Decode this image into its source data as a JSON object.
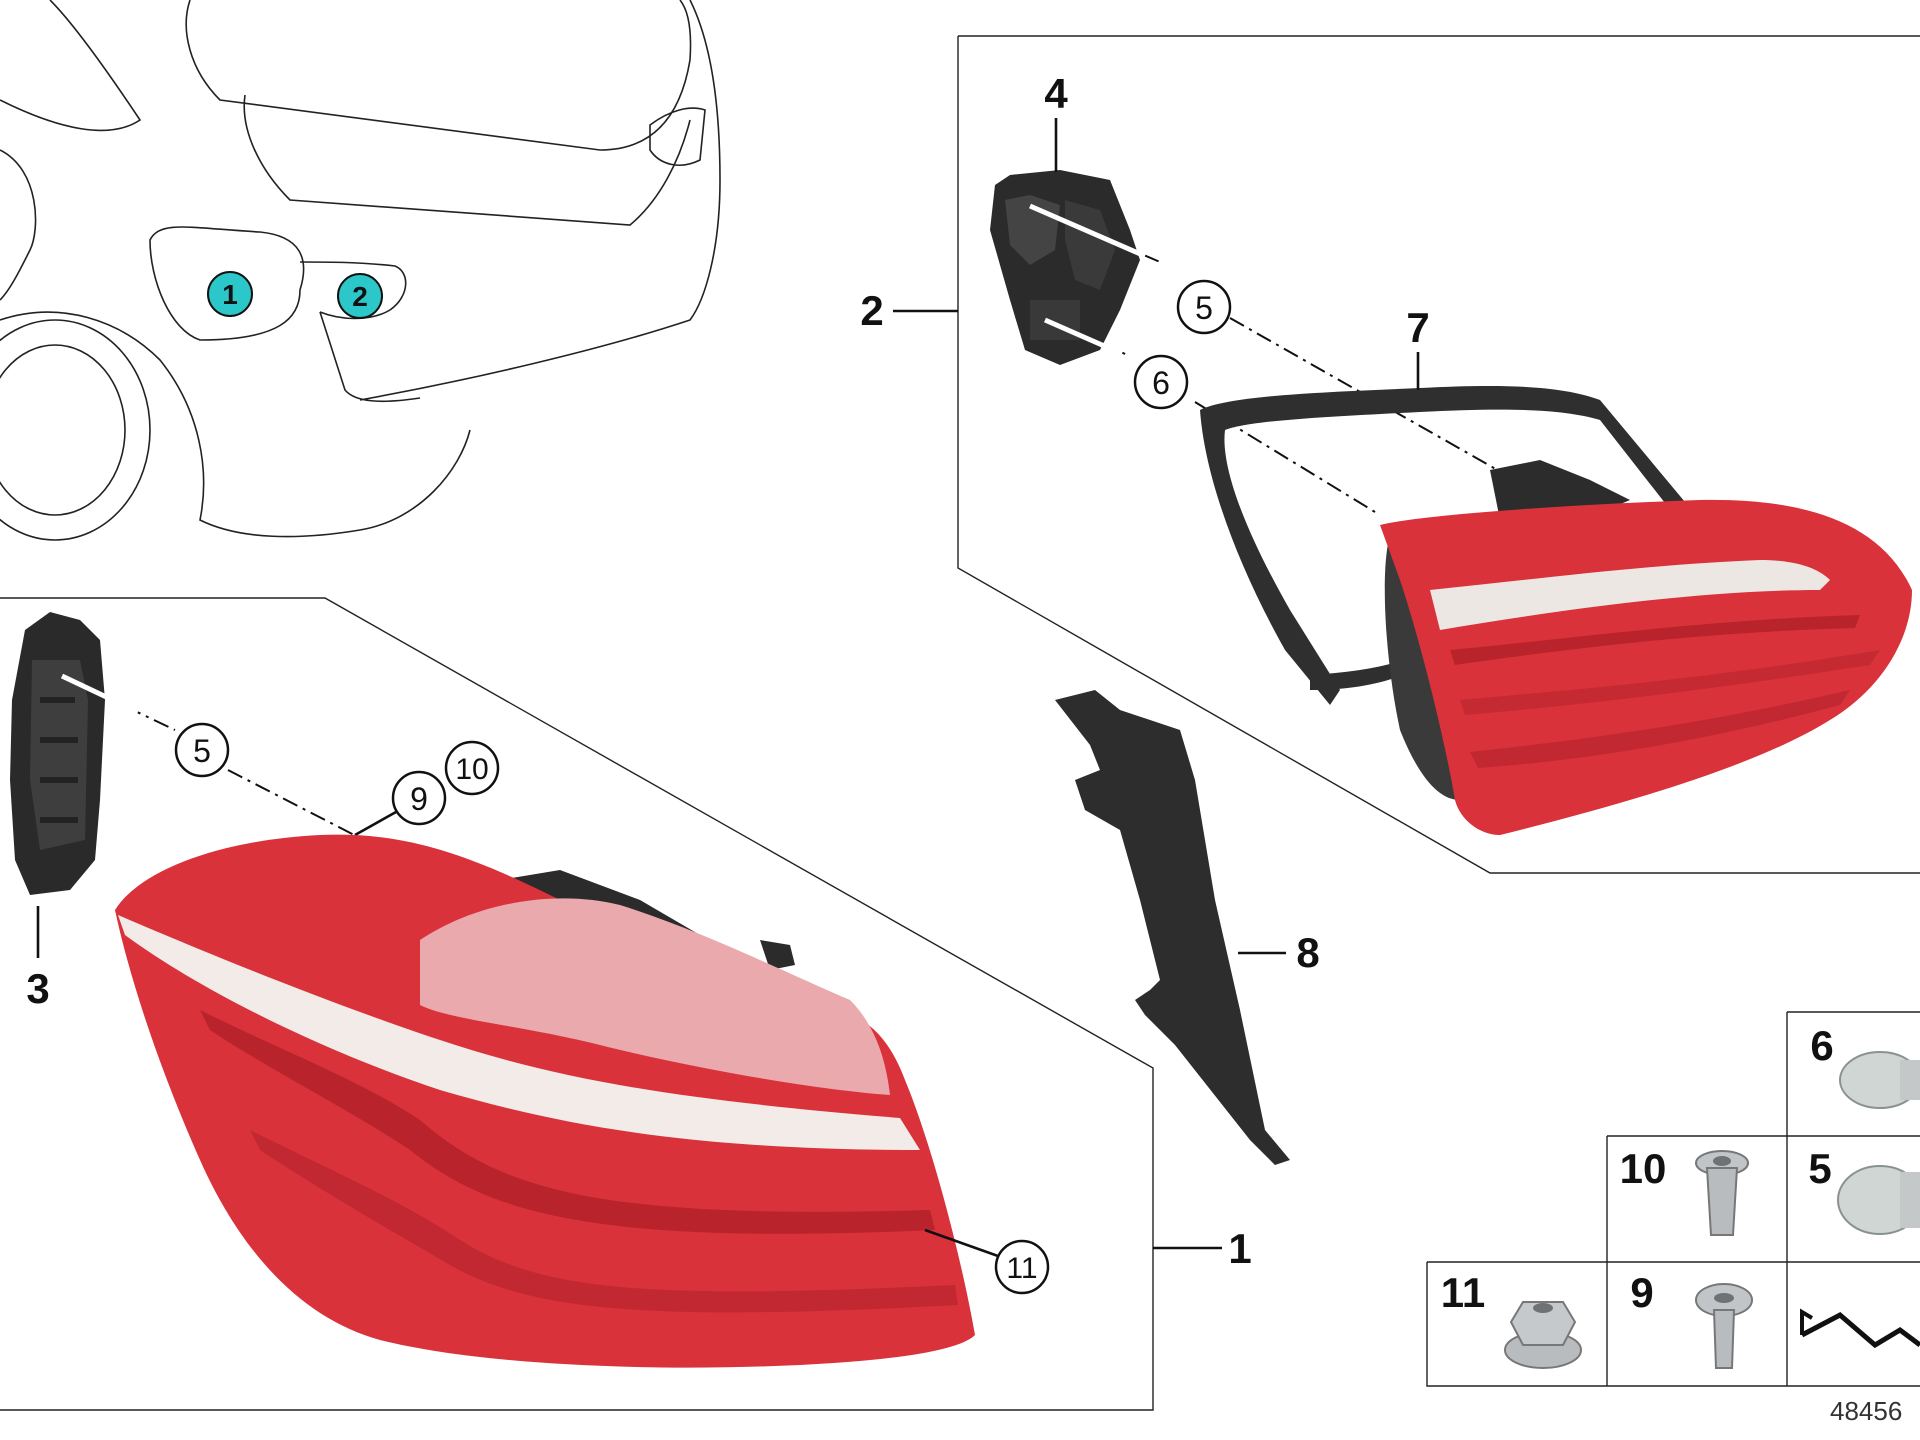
{
  "diagram": {
    "car_location_markers": [
      "1",
      "2"
    ],
    "callouts": {
      "part_1": "1",
      "part_2": "2",
      "part_3": "3",
      "part_4": "4",
      "part_7": "7",
      "part_8": "8",
      "circ_5_upper": "5",
      "circ_6_upper": "6",
      "circ_5_lower": "5",
      "circ_9": "9",
      "circ_10": "10",
      "circ_11": "11"
    },
    "hardware_grid": {
      "cell_6": "6",
      "cell_10": "10",
      "cell_5": "5",
      "cell_11": "11",
      "cell_9": "9"
    },
    "image_number": "48456"
  },
  "colors": {
    "marker_fill": "#2cc7c9",
    "lens_red": "#d9323b",
    "lens_dark_red": "#b8232c",
    "housing_black": "#2a2a2a",
    "hardware_grey": "#b9bcbe"
  }
}
